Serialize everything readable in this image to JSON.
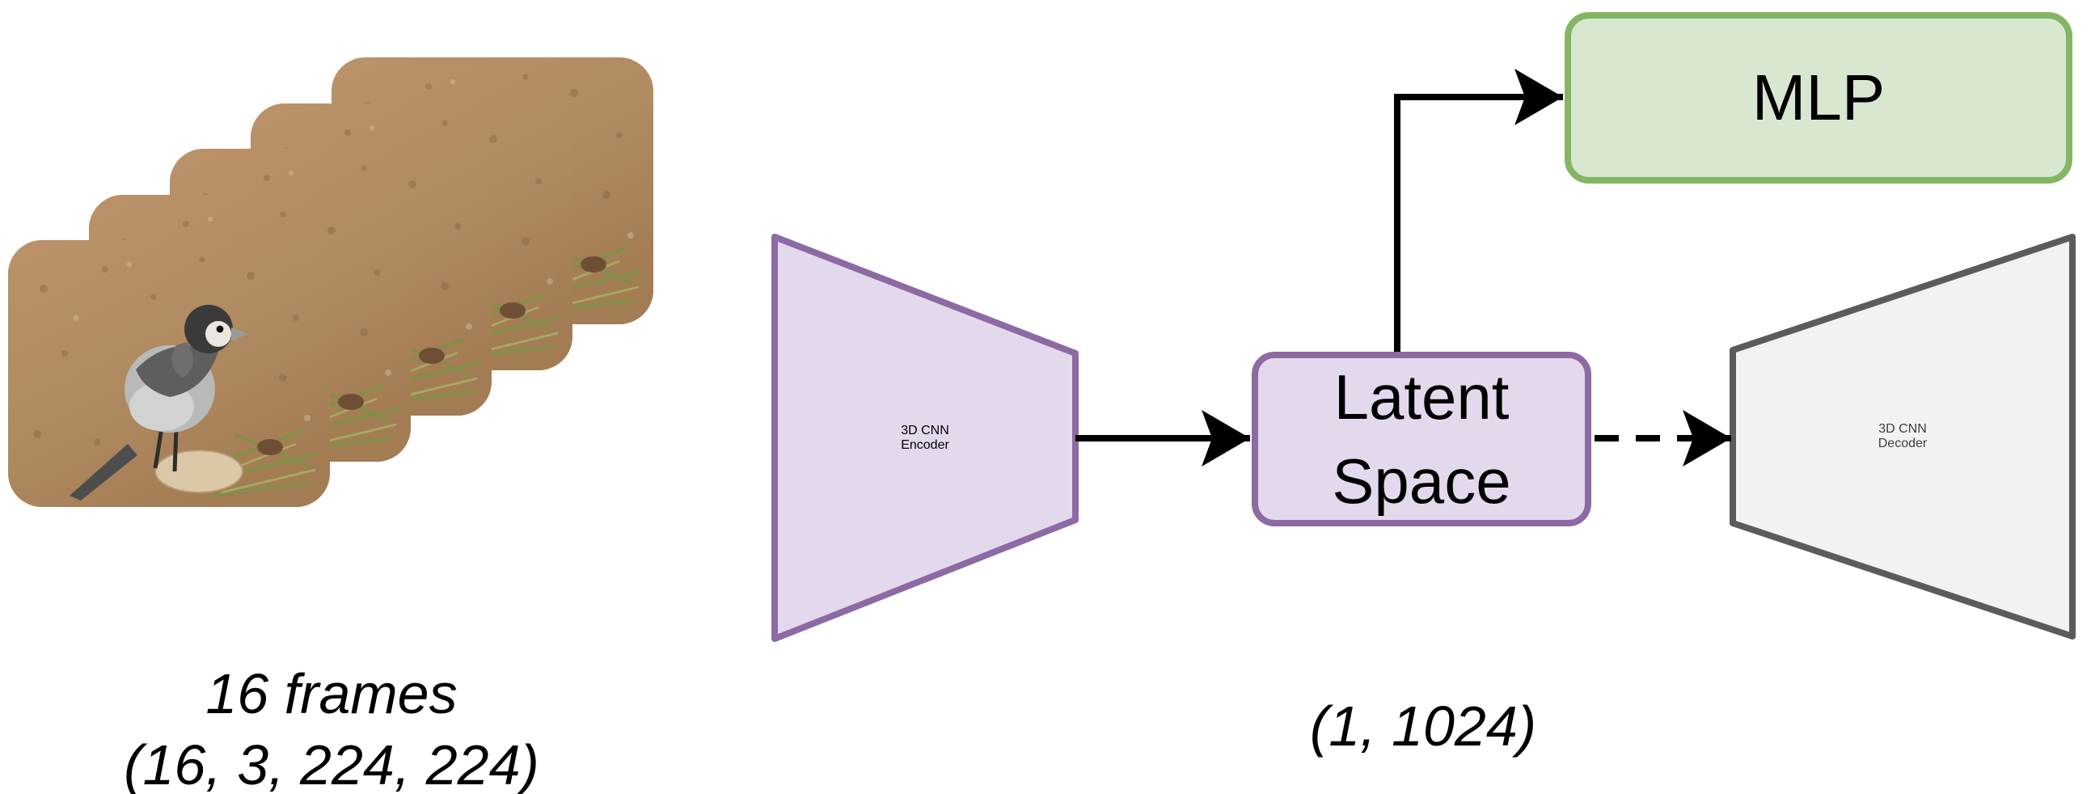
{
  "diagram": {
    "input": {
      "frames_label": "16 frames",
      "frames_shape": "(16, 3, 224, 224)",
      "frame_icon": "bird-video-frame"
    },
    "encoder": {
      "line1": "3D CNN",
      "line2": "Encoder"
    },
    "latent": {
      "line1": "Latent",
      "line2": "Space",
      "shape_label": "(1, 1024)"
    },
    "mlp": {
      "label": "MLP"
    },
    "decoder": {
      "line1": "3D CNN",
      "line2": "Decoder"
    }
  },
  "colors": {
    "encoder_fill": "#e4d9ec",
    "encoder_border": "#8d6aa3",
    "latent_fill": "#e4d9ec",
    "latent_border": "#8d6aa3",
    "mlp_fill": "#d7e7d0",
    "mlp_border": "#84b563",
    "decoder_fill": "#f2f2f2",
    "decoder_border": "#5b5b5b",
    "decoder_text": "#3c3c3c",
    "arrow": "#000000"
  }
}
